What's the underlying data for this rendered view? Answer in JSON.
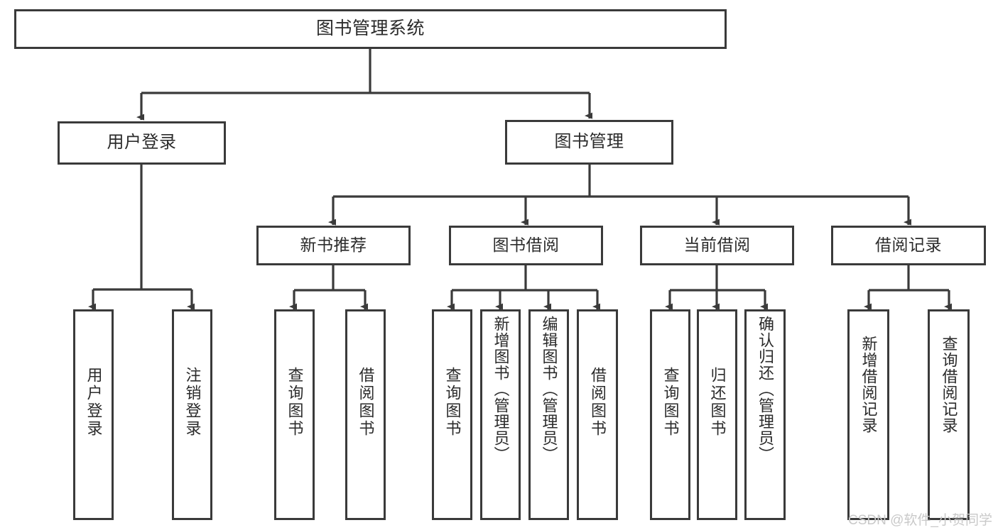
{
  "diagram": {
    "title": "图书管理系统",
    "type": "tree-hierarchy",
    "watermark": "CSDN @软件_小贺同学",
    "colors": {
      "box_border": "#3a3a3a",
      "box_fill": "#ffffff",
      "connector": "#3a3a3a",
      "text": "#2b2b2b",
      "watermark": "#c9c9c9",
      "background": "#ffffff"
    },
    "root": {
      "id": "root",
      "label": "图书管理系统"
    },
    "level2": [
      {
        "id": "user-login",
        "label": "用户登录"
      },
      {
        "id": "book-manage",
        "label": "图书管理"
      }
    ],
    "level3": [
      {
        "id": "new-book-rec",
        "label": "新书推荐"
      },
      {
        "id": "book-borrow",
        "label": "图书借阅"
      },
      {
        "id": "current-borrow",
        "label": "当前借阅"
      },
      {
        "id": "borrow-record",
        "label": "借阅记录"
      }
    ],
    "leaves": {
      "user-login": [
        {
          "id": "leaf-user-login",
          "label": "用户登录"
        },
        {
          "id": "leaf-logout-login",
          "label": "注销登录"
        }
      ],
      "new-book-rec": [
        {
          "id": "leaf-query-book-1",
          "label": "查询图书"
        },
        {
          "id": "leaf-borrow-book-1",
          "label": "借阅图书"
        }
      ],
      "book-borrow": [
        {
          "id": "leaf-query-book-2",
          "label": "查询图书"
        },
        {
          "id": "leaf-add-book-admin",
          "label": "新增图书（管理员）"
        },
        {
          "id": "leaf-edit-book-admin",
          "label": "编辑图书（管理员）"
        },
        {
          "id": "leaf-borrow-book-2",
          "label": "借阅图书"
        }
      ],
      "current-borrow": [
        {
          "id": "leaf-query-book-3",
          "label": "查询图书"
        },
        {
          "id": "leaf-return-book",
          "label": "归还图书"
        },
        {
          "id": "leaf-confirm-return-admin",
          "label": "确认归还（管理员）"
        }
      ],
      "borrow-record": [
        {
          "id": "leaf-add-borrow-record",
          "label": "新增借阅记录"
        },
        {
          "id": "leaf-query-borrow-record",
          "label": "查询借阅记录"
        }
      ]
    }
  }
}
